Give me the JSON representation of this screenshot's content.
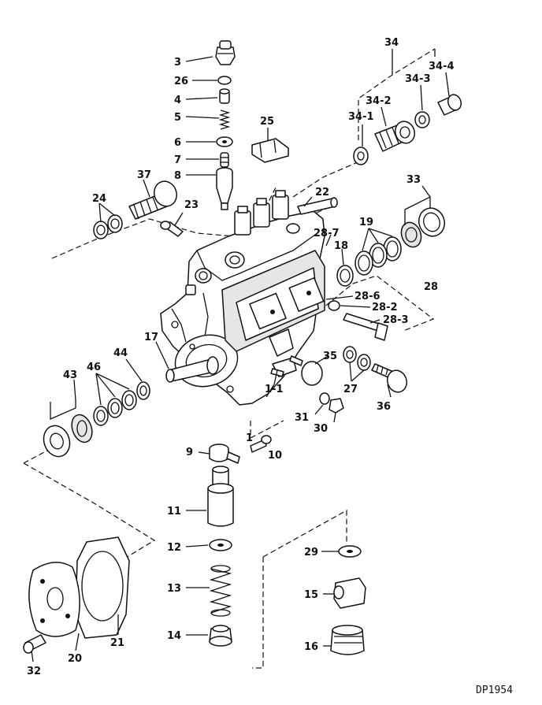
{
  "diagram": {
    "drawing_code": "DP1954",
    "callouts": {
      "c1": "1",
      "c1_1": "1-1",
      "c3": "3",
      "c4": "4",
      "c5": "5",
      "c6": "6",
      "c7": "7",
      "c8": "8",
      "c9": "9",
      "c10": "10",
      "c11": "11",
      "c12": "12",
      "c13": "13",
      "c14": "14",
      "c15": "15",
      "c16": "16",
      "c17": "17",
      "c18": "18",
      "c19": "19",
      "c20": "20",
      "c21": "21",
      "c22": "22",
      "c23": "23",
      "c24": "24",
      "c25": "25",
      "c26": "26",
      "c27": "27",
      "c28": "28",
      "c28_2": "28-2",
      "c28_3": "28-3",
      "c28_6": "28-6",
      "c28_7": "28-7",
      "c29": "29",
      "c30": "30",
      "c31": "31",
      "c32": "32",
      "c33": "33",
      "c34": "34",
      "c34_1": "34-1",
      "c34_2": "34-2",
      "c34_3": "34-3",
      "c34_4": "34-4",
      "c35": "35",
      "c36": "36",
      "c37": "37",
      "c43": "43",
      "c44": "44",
      "c46": "46"
    }
  }
}
